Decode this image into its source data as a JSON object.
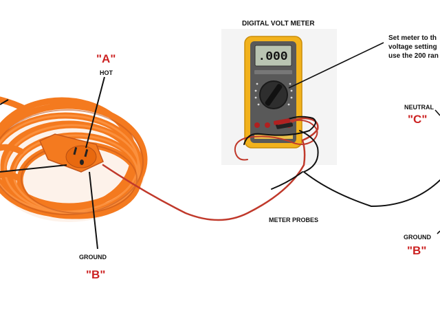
{
  "title": "DIGITAL VOLT METER",
  "meter_display": ".000",
  "instruction": {
    "line1": "Set meter to th",
    "line2": "voltage setting",
    "line3": "use the 200 ran"
  },
  "labels": {
    "hot": "HOT",
    "hot_letter": "\"A\"",
    "ground": "GROUND",
    "ground_letter": "\"B\"",
    "neutral": "NEUTRAL",
    "neutral_letter": "\"C\"",
    "meter_probes": "METER PROBES",
    "ground_right": "GROUND",
    "ground_right_letter": "\"B\""
  },
  "colors": {
    "cord_orange": "#f47a1f",
    "meter_yellow": "#f2b21c",
    "letter_red": "#cc2222",
    "probe_red": "#c0392b",
    "probe_black": "#111111"
  }
}
